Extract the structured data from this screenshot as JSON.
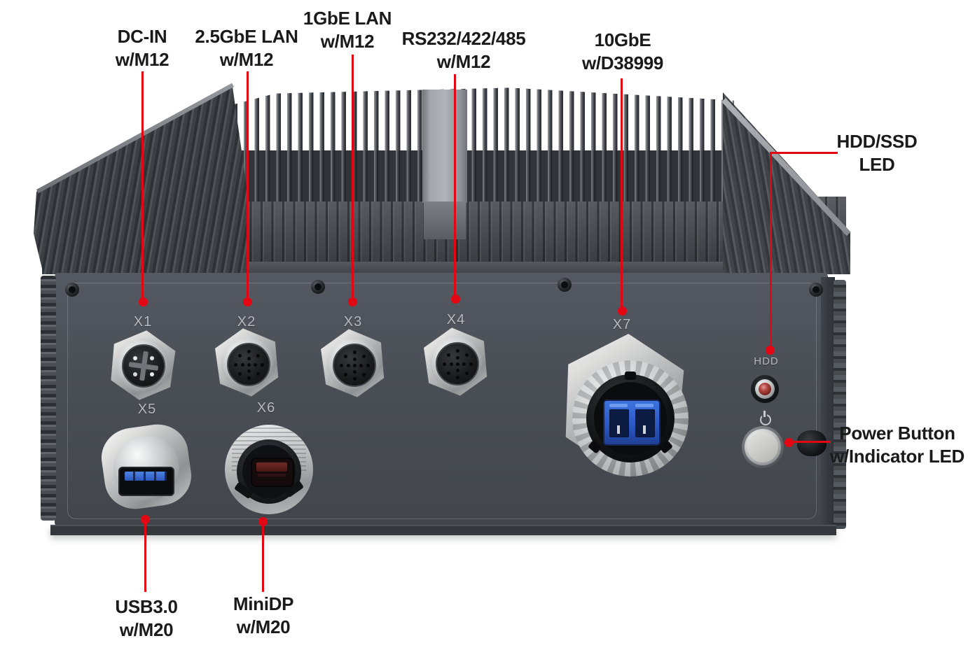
{
  "figure": {
    "kind": "product-connector-diagram",
    "background": "#ffffff"
  },
  "colors": {
    "leader_line": "#e30613",
    "callout_text": "#1a1a1a",
    "panel": "#474b52",
    "panel_label_text": "#b6bac0",
    "usb_tongue_blue": "#3a6fd8",
    "fiber_lc_blue": "#2a56c0",
    "hdd_led_red": "#a83230",
    "power_button_silver": "#c9c9c5"
  },
  "callouts": [
    {
      "id": "dc-in",
      "line1": "DC-IN",
      "line2": "w/M12"
    },
    {
      "id": "lan-2-5gbe",
      "line1": "2.5GbE LAN",
      "line2": "w/M12"
    },
    {
      "id": "lan-1gbe",
      "line1": "1GbE LAN",
      "line2": "w/M12"
    },
    {
      "id": "serial",
      "line1": "RS232/422/485",
      "line2": "w/M12"
    },
    {
      "id": "10gbe",
      "line1": "10GbE",
      "line2": "w/D38999"
    },
    {
      "id": "hdd-ssd-led",
      "line1": "HDD/SSD",
      "line2": "LED"
    },
    {
      "id": "power-button",
      "line1": "Power Button",
      "line2": "w/Indicator LED"
    },
    {
      "id": "usb3",
      "line1": "USB3.0",
      "line2": "w/M20"
    },
    {
      "id": "minidp",
      "line1": "MiniDP",
      "line2": "w/M20"
    }
  ],
  "port_labels": {
    "x1": "X1",
    "x2": "X2",
    "x3": "X3",
    "x4": "X4",
    "x5": "X5",
    "x6": "X6",
    "x7": "X7",
    "hdd": "HDD"
  }
}
